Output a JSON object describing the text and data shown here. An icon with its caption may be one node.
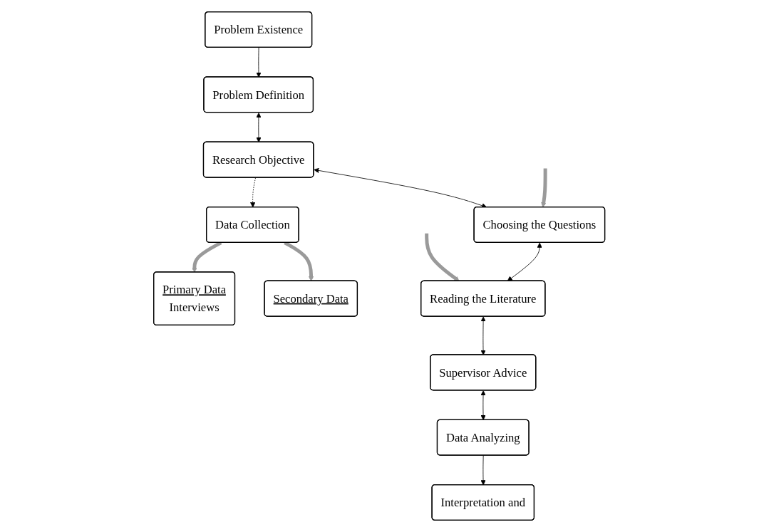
{
  "diagram": {
    "nodes": [
      {
        "text": [
          "Problem Existence"
        ]
      },
      {
        "text": [
          "Problem Definition"
        ]
      },
      {
        "text": [
          "Research Objective"
        ]
      },
      {
        "text": [
          "Data Collection"
        ]
      },
      {
        "text": [
          "Choosing the Questions"
        ]
      },
      {
        "text": [
          "Primary Data",
          "Interviews"
        ]
      },
      {
        "text": [
          "Secondary Data"
        ]
      },
      {
        "text": [
          "Reading the Literature"
        ]
      },
      {
        "text": [
          "Interpretation and"
        ]
      },
      {
        "text": [
          "Data Analyzing"
        ]
      },
      {
        "text": [
          "Supervisor Advice"
        ]
      }
    ],
    "edges": [
      {
        "from": 0,
        "to": 1,
        "arrow": "to"
      },
      {
        "from": 1,
        "to": 2,
        "arrow": "both"
      },
      {
        "from": 2,
        "to": 3,
        "arrow": "to",
        "style": "dashed"
      },
      {
        "from": 2,
        "to": 4,
        "arrow": "both"
      },
      {
        "from": 3,
        "to": 5,
        "arrow": "to",
        "style": "thick",
        "color": "#9a9a9a"
      },
      {
        "from": 3,
        "to": 6,
        "arrow": "to",
        "style": "thick",
        "color": "#9a9a9a"
      },
      {
        "from": null,
        "to": 4,
        "arrow": "to",
        "style": "thick",
        "color": "#9a9a9a"
      },
      {
        "from": null,
        "to": 7,
        "arrow": "to",
        "style": "thick",
        "color": "#9a9a9a"
      },
      {
        "from": 4,
        "to": 7,
        "arrow": "both"
      },
      {
        "from": 7,
        "to": 10,
        "arrow": "both"
      },
      {
        "from": 10,
        "to": 9,
        "arrow": "both"
      },
      {
        "from": 9,
        "to": 8,
        "arrow": "to"
      }
    ]
  }
}
